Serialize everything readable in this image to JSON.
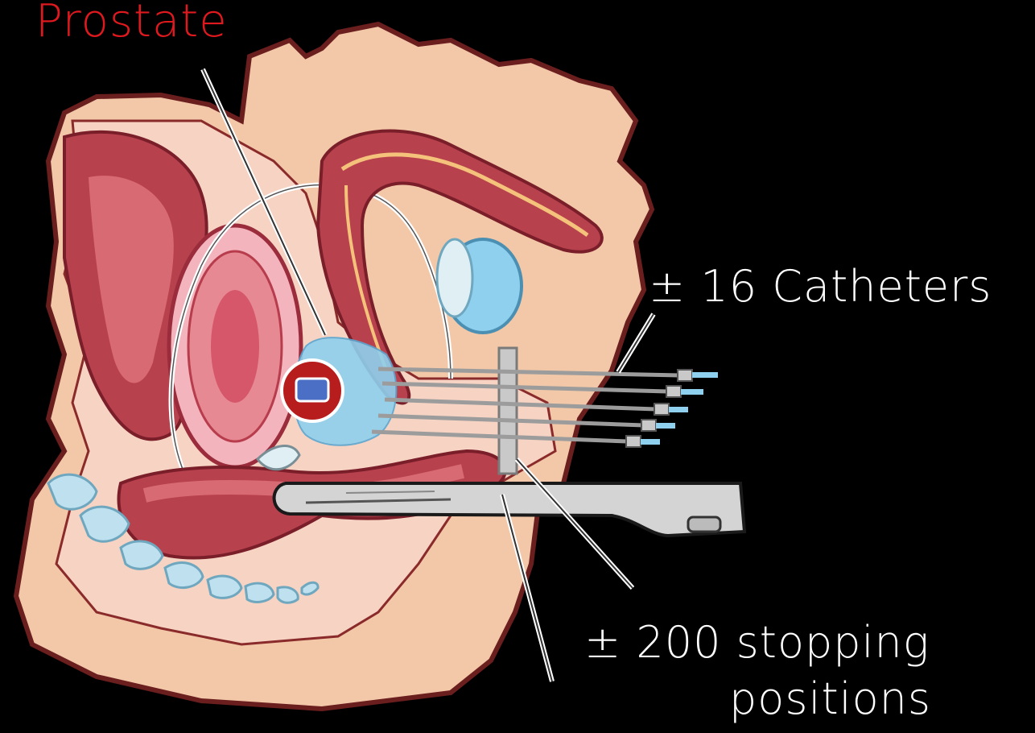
{
  "labels": {
    "prostate": "Prostate",
    "catheters": "± 16 Catheters",
    "stopping_line1": "± 200 stopping",
    "stopping_line2": "positions"
  },
  "colors": {
    "background": "#000000",
    "prostate_label": "#e0191f",
    "text": "#ffffff",
    "skin": "#f2c8a8",
    "skin_outline": "#6b1e1e",
    "organ_dark": "#b2364f",
    "organ_light": "#f7b7c0",
    "prostate_tissue": "#8fd0ee",
    "marker_red": "#b81d1d",
    "marker_blue": "#4a6fc4",
    "probe": "#d4d4d4",
    "bone": "#bfe1ef"
  }
}
